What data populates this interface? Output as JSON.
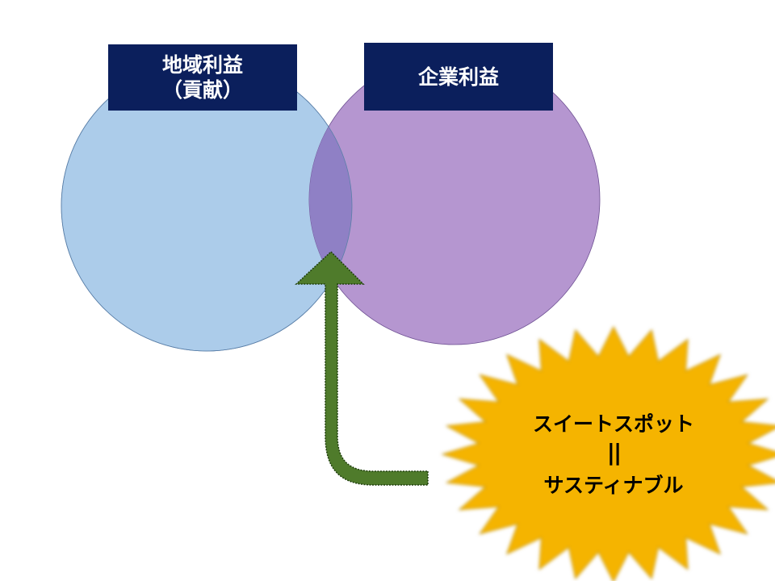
{
  "venn": {
    "community_label_line1": "地域利益",
    "community_label_line2": "（貢献）",
    "corporate_label": "企業利益"
  },
  "callout": {
    "line1": "スイートスポット",
    "equals": "||",
    "line2": "サスティナブル"
  },
  "colors": {
    "community_circle": "#acccea",
    "corporate_circle": "#b596d0",
    "overlap": "#8f80c5",
    "label_box": "#0b1f5c",
    "arrow": "#4f7b2b",
    "burst": "#f5b400"
  }
}
